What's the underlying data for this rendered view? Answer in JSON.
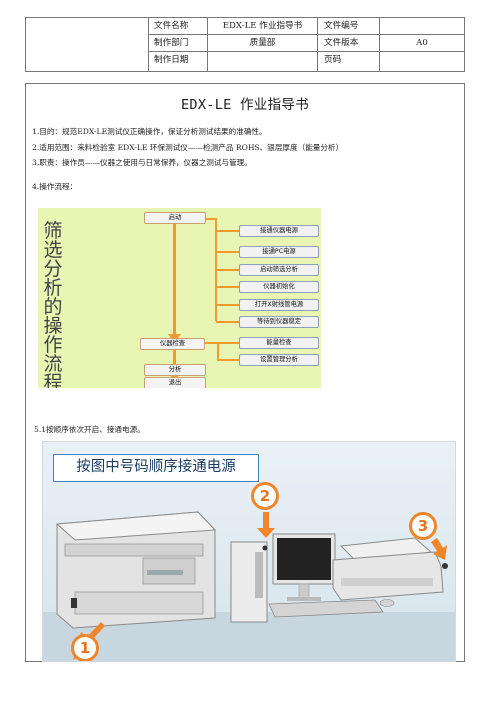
{
  "header": {
    "row1": [
      "文件名称",
      "EDX-LE 作业指导书",
      "文件编号",
      ""
    ],
    "row2": [
      "制作部门",
      "质量部",
      "文件版本",
      "A0"
    ],
    "row3": [
      "制作日期",
      "",
      "页码",
      ""
    ]
  },
  "doc_title": "EDX-LE 作业指导书",
  "items": {
    "purpose": "1.目的：规范EDX-LE测试仪正确操作，保证分析测试结果的准确性。",
    "scope": "2.适用范围：来料检验室 EDX-LE 环保测试仪——检测产品 ROHS、银层厚度（能量分析）",
    "duty": "3.职责：操作员——仪器之使用与日常保养，仪器之测试与管理。",
    "process": "4.操作流程：",
    "step51": "5.1按顺序依次开启、接通电源。"
  },
  "flow": {
    "vertical_title": [
      "筛",
      "选",
      "分",
      "析",
      "的",
      "操",
      "作",
      "流",
      "程"
    ],
    "main_steps": [
      "启动",
      "仪器检查",
      "分析",
      "退出"
    ],
    "sub_steps": [
      "接通仪器电源",
      "接通PC电源",
      "启动筛选分析",
      "仪器初始化",
      "打开X射线管电源",
      "等待到仪器稳定"
    ],
    "check_steps": [
      "能量检查",
      "设置管理分析"
    ],
    "colors": {
      "background": "#e9f5b3",
      "arrow": "#f39a2e"
    }
  },
  "photo": {
    "caption": "按图中号码顺序接通电源",
    "markers": [
      "1",
      "2",
      "3"
    ],
    "colors": {
      "marker": "#f0852a",
      "caption_border": "#3f7fc0"
    }
  }
}
